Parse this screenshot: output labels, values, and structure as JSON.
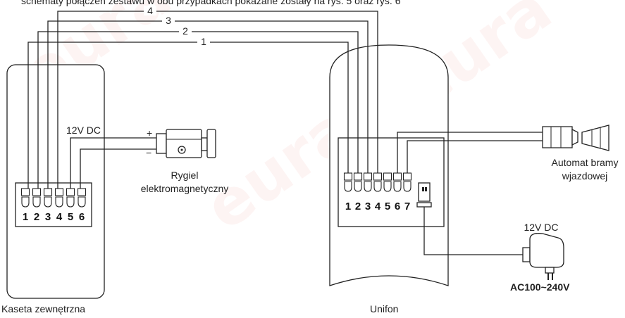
{
  "header_text": "schematy połączeń zestawu w obu przypadkach pokazane zostały na rys. 5 oraz rys. 6",
  "wire_numbers": [
    "1",
    "2",
    "3",
    "4"
  ],
  "outdoor_unit": {
    "label": "Kaseta zewnętrzna",
    "terminals": [
      "1",
      "2",
      "3",
      "4",
      "5",
      "6"
    ]
  },
  "handset": {
    "label": "Unifon",
    "terminals": [
      "1",
      "2",
      "3",
      "4",
      "5",
      "6",
      "7"
    ]
  },
  "lock": {
    "voltage_label": "12V DC",
    "plus": "+",
    "minus": "−",
    "label_line1": "Rygiel",
    "label_line2": "elektromagnetyczny"
  },
  "gate": {
    "label_line1": "Automat bramy",
    "label_line2": "wjazdowej"
  },
  "power_supply": {
    "voltage_label": "12V DC",
    "input_label": "AC100~240V"
  },
  "watermark": "eura",
  "colors": {
    "line": "#222222",
    "watermark": "#e43a2a"
  }
}
